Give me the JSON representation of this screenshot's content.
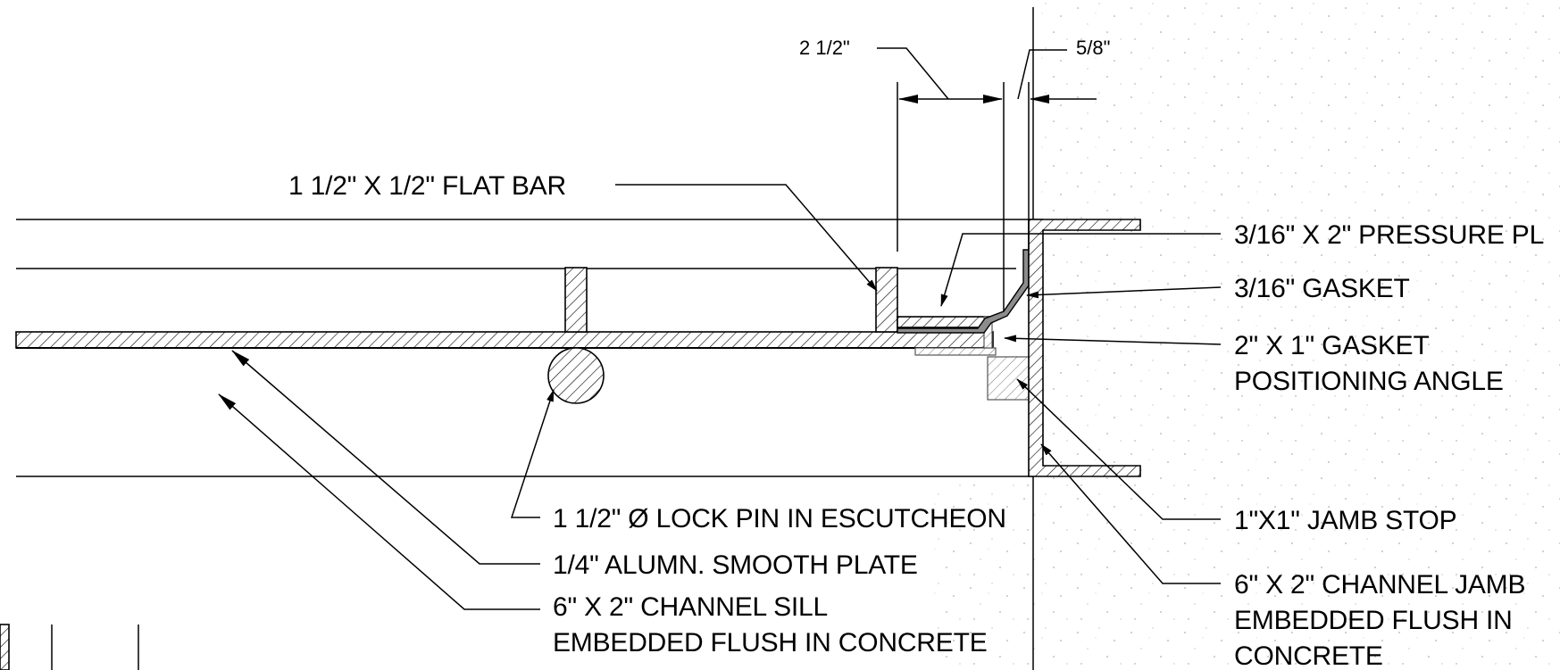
{
  "dimensions": {
    "left": "2 1/2\"",
    "right": "5/8\""
  },
  "labels": {
    "flat_bar": "1 1/2\" X 1/2\" FLAT BAR",
    "pressure_plate": "3/16\" X 2\" PRESSURE PL",
    "gasket": "3/16\" GASKET",
    "gasket_angle_1": "2\" X 1\" GASKET",
    "gasket_angle_2": "POSITIONING ANGLE",
    "jamb_stop": "1\"X1\" JAMB STOP",
    "channel_jamb_1": "6\" X 2\" CHANNEL JAMB",
    "channel_jamb_2": "EMBEDDED FLUSH IN",
    "channel_jamb_3": "CONCRETE",
    "lock_pin": "1 1/2\" Ø LOCK PIN IN ESCUTCHEON",
    "smooth_plate": "1/4\" ALUMN. SMOOTH PLATE",
    "channel_sill_1": "6\" X 2\" CHANNEL SILL",
    "channel_sill_2": "EMBEDDED FLUSH IN CONCRETE"
  }
}
